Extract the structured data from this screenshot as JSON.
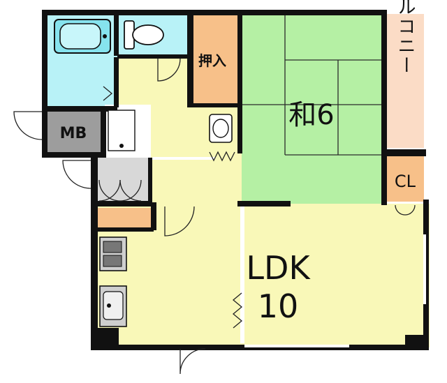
{
  "colors": {
    "wall": "#111111",
    "bath": "#b8f2f7",
    "toilet": "#b8f2f7",
    "closet": "#f7c089",
    "balcony": "#fbdcc6",
    "tatami": "#b5f0a4",
    "floor": "#f9f8b8",
    "mb": "#9d9d9d",
    "kitchen": "#cfcfcf",
    "door_line": "#222222"
  },
  "rooms": {
    "washitsu": {
      "label": "和6"
    },
    "ldk": {
      "label_line1": "LDK",
      "label_line2": "10"
    },
    "oshiire": {
      "label": "押入"
    },
    "balcony": {
      "label": "バルコニー"
    },
    "closet": {
      "label": "CL"
    },
    "meter_box": {
      "label": "MB"
    }
  },
  "icons": [
    "bathtub-icon",
    "toilet-icon",
    "washbasin-icon",
    "sink-icon",
    "stove-icon",
    "washing-machine-pan-icon",
    "door-swing-icon"
  ]
}
